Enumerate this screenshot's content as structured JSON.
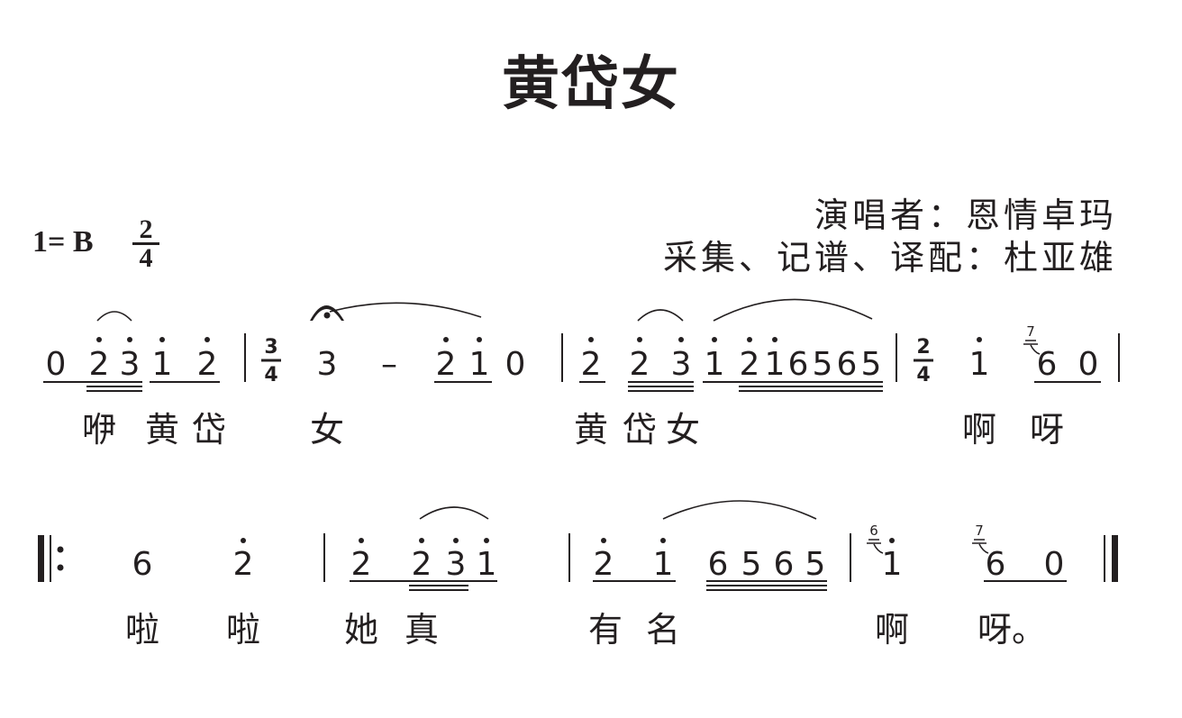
{
  "title": "黄岱女",
  "credits": {
    "singer_label": "演唱者：",
    "singer": "恩情卓玛",
    "collector_label": "采集、记谱、译配：",
    "collector": "杜亚雄"
  },
  "key": {
    "label": "1= B",
    "time_num": "2",
    "time_den": "4"
  },
  "row1": {
    "notes": [
      "0",
      "2",
      "3",
      "1",
      "2",
      "3",
      "4",
      "3",
      "–",
      "2",
      "1",
      "0",
      "2",
      "2",
      "3",
      "1",
      "2",
      "1",
      "6",
      "5",
      "6",
      "5",
      "2",
      "4",
      "1",
      "6",
      "0",
      "7"
    ],
    "lyrics": [
      "咿",
      "黄",
      "岱",
      "女",
      "黄",
      "岱",
      "女",
      "啊",
      "呀"
    ]
  },
  "row2": {
    "notes": [
      "6",
      "2",
      "2",
      "2",
      "3",
      "1",
      "2",
      "1",
      "6",
      "5",
      "6",
      "5",
      "6",
      "1",
      "6",
      "0",
      "7"
    ],
    "lyrics": [
      "啦",
      "啦",
      "她",
      "真",
      "有",
      "名",
      "啊",
      "呀。"
    ]
  }
}
